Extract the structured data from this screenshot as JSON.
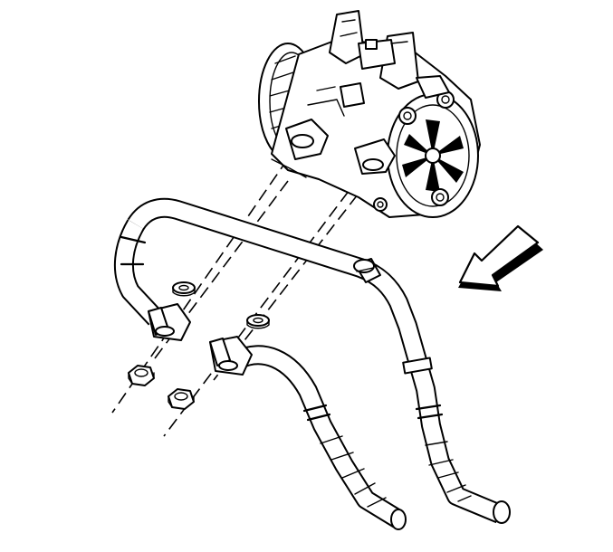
{
  "figure": {
    "parts": [
      "ac-compressor",
      "refrigerant-hose-assembly",
      "suction-fitting",
      "discharge-fitting",
      "sealing-washers",
      "mounting-nuts",
      "direction-arrow"
    ]
  }
}
